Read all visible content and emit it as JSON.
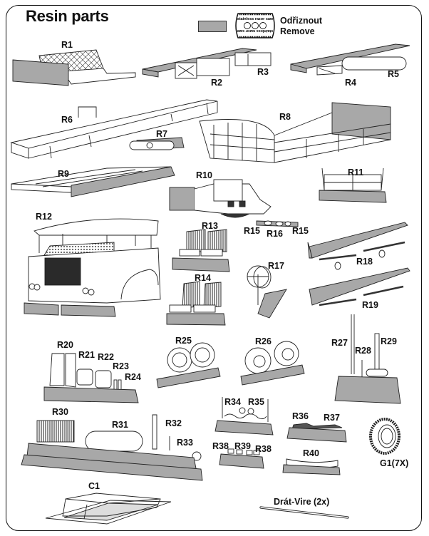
{
  "title": "Resin parts",
  "legend": {
    "swatch_meaning_cz": "Odřiznout",
    "swatch_meaning_en": "Remove",
    "saw_top_text": "stainless razor saw",
    "saw_bottom_text": "stainless razor saw",
    "swatch_color": "#a8a8a8"
  },
  "colors": {
    "resin_block": "#a8a8a8",
    "outline": "#222222",
    "dark_fill": "#2a2a2a"
  },
  "parts": [
    {
      "id": "R1",
      "label": "R1"
    },
    {
      "id": "R2",
      "label": "R2"
    },
    {
      "id": "R3",
      "label": "R3"
    },
    {
      "id": "R4",
      "label": "R4"
    },
    {
      "id": "R5",
      "label": "R5"
    },
    {
      "id": "R6",
      "label": "R6"
    },
    {
      "id": "R7",
      "label": "R7"
    },
    {
      "id": "R8",
      "label": "R8"
    },
    {
      "id": "R9",
      "label": "R9"
    },
    {
      "id": "R10",
      "label": "R10"
    },
    {
      "id": "R11",
      "label": "R11"
    },
    {
      "id": "R12",
      "label": "R12"
    },
    {
      "id": "R13",
      "label": "R13"
    },
    {
      "id": "R14",
      "label": "R14"
    },
    {
      "id": "R15a",
      "label": "R15"
    },
    {
      "id": "R16",
      "label": "R16"
    },
    {
      "id": "R15b",
      "label": "R15"
    },
    {
      "id": "R17",
      "label": "R17"
    },
    {
      "id": "R18",
      "label": "R18"
    },
    {
      "id": "R19",
      "label": "R19"
    },
    {
      "id": "R20",
      "label": "R20"
    },
    {
      "id": "R21",
      "label": "R21"
    },
    {
      "id": "R22",
      "label": "R22"
    },
    {
      "id": "R23",
      "label": "R23"
    },
    {
      "id": "R24",
      "label": "R24"
    },
    {
      "id": "R25",
      "label": "R25"
    },
    {
      "id": "R26",
      "label": "R26"
    },
    {
      "id": "R27",
      "label": "R27"
    },
    {
      "id": "R28",
      "label": "R28"
    },
    {
      "id": "R29",
      "label": "R29"
    },
    {
      "id": "R30",
      "label": "R30"
    },
    {
      "id": "R31",
      "label": "R31"
    },
    {
      "id": "R32",
      "label": "R32"
    },
    {
      "id": "R33",
      "label": "R33"
    },
    {
      "id": "R34",
      "label": "R34"
    },
    {
      "id": "R35",
      "label": "R35"
    },
    {
      "id": "R36",
      "label": "R36"
    },
    {
      "id": "R37",
      "label": "R37"
    },
    {
      "id": "R38a",
      "label": "R38"
    },
    {
      "id": "R39",
      "label": "R39"
    },
    {
      "id": "R38b",
      "label": "R38"
    },
    {
      "id": "R40",
      "label": "R40"
    },
    {
      "id": "G1",
      "label": "G1(7X)"
    },
    {
      "id": "C1",
      "label": "C1"
    },
    {
      "id": "wire",
      "label": "Drát-Vire (2x)"
    }
  ]
}
